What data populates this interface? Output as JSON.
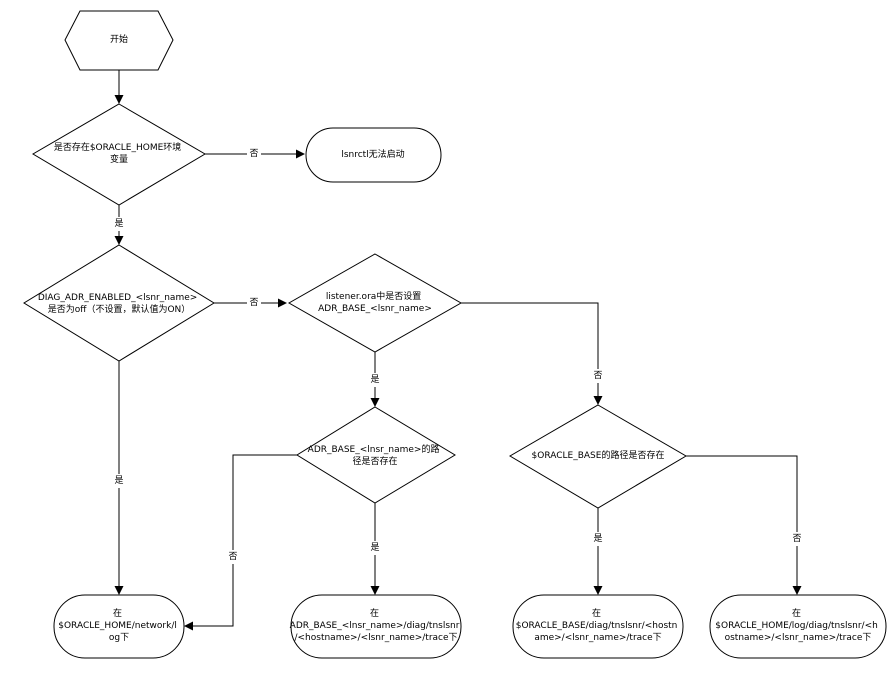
{
  "nodes": {
    "start": {
      "lines": [
        "开始"
      ]
    },
    "check_oracle_home": {
      "lines": [
        "是否存在$ORACLE_HOME环境",
        "变量"
      ]
    },
    "lsnrctl_fail": {
      "lines": [
        "lsnrctl无法启动"
      ]
    },
    "check_diag_adr": {
      "lines": [
        "DIAG_ADR_ENABLED_<lsnr_name>",
        "是否为off（不设置，默认值为ON）"
      ]
    },
    "check_adr_base_set": {
      "lines": [
        "listener.ora中是否设置",
        "ADR_BASE_<lsnr_name>"
      ]
    },
    "check_adr_base_path": {
      "lines": [
        "ADR_BASE_<lnsr_name>的路",
        "径是否存在"
      ]
    },
    "check_oracle_base": {
      "lines": [
        "$ORACLE_BASE的路径是否存在"
      ]
    },
    "out_network_log": {
      "lines": [
        "在",
        "$ORACLE_HOME/network/l",
        "og下"
      ]
    },
    "out_adr_base": {
      "lines": [
        "在",
        "ADR_BASE_<lnsr_name>/diag/tnslsnr",
        "/<hostname>/<lsnr_name>/trace下"
      ]
    },
    "out_oracle_base": {
      "lines": [
        "在",
        "$ORACLE_BASE/diag/tnslsnr/<hostn",
        "ame>/<lsnr_name>/trace下"
      ]
    },
    "out_oracle_home_log": {
      "lines": [
        "在",
        "$ORACLE_HOME/log/diag/tnslsnr/<h",
        "ostname>/<lsnr_name>/trace下"
      ]
    }
  },
  "edge_labels": {
    "home_no": "否",
    "home_yes": "是",
    "diag_no": "否",
    "diag_yes": "是",
    "adrset_yes": "是",
    "adrset_no": "否",
    "adrpath_no": "否",
    "adrpath_yes": "是",
    "obase_yes": "是",
    "obase_no": "否"
  }
}
